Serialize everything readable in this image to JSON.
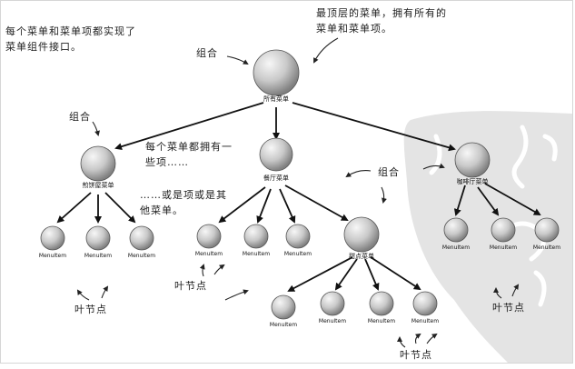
{
  "notes": {
    "top_left_line1": "每个菜单和菜单项都实现了",
    "top_left_line2": "菜单组件接口。",
    "top_right_line1": "最顶层的菜单，拥有所有的",
    "top_right_line2": "菜单和菜单项。",
    "middle_line1": "每个菜单都拥有一",
    "middle_line2": "些项……",
    "middle_line3": "……或是项或是其",
    "middle_line4": "他菜单。",
    "composite_top": "组合",
    "composite_left": "组合",
    "composite_right": "组合",
    "leaf_left": "叶节点",
    "leaf_middle": "叶节点",
    "leaf_bottom": "叶节点",
    "leaf_right": "叶节点"
  },
  "tree": {
    "root": "所有菜单",
    "pancake": "煎饼屋菜单",
    "diner": "餐厅菜单",
    "dessert": "甜点菜单",
    "cafe": "咖啡厅菜单",
    "item": "MenuItem"
  },
  "colors": {
    "line": "#111111",
    "sphere_light": "#f2f2f2",
    "sphere_mid": "#bdbdbd",
    "sphere_dark": "#7a7a7a",
    "watermark": "#e2e2e2"
  }
}
